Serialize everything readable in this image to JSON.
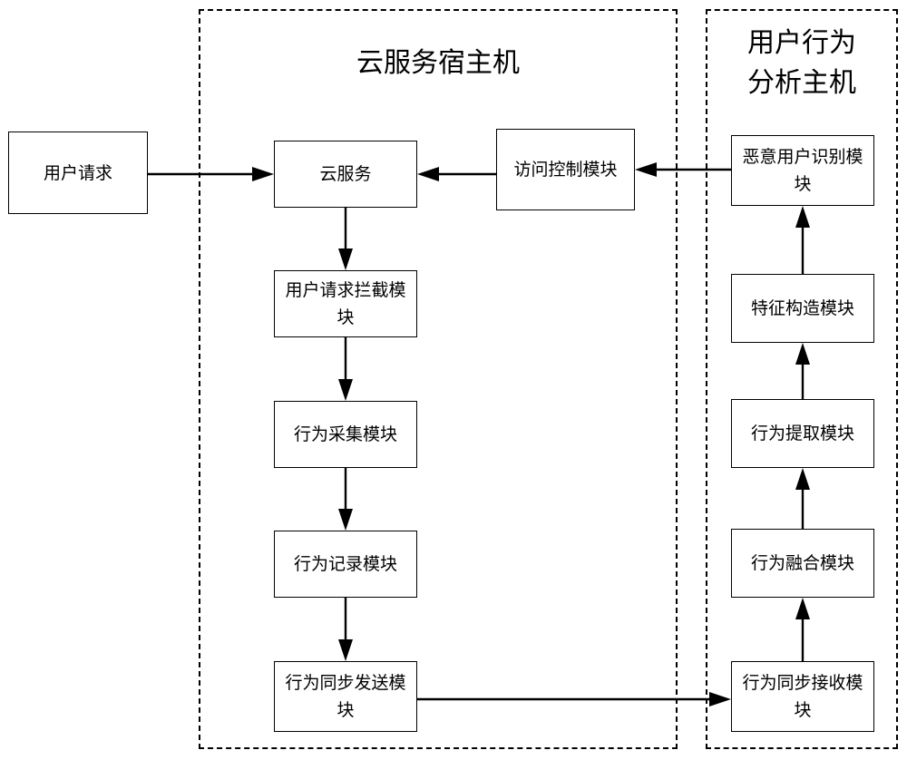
{
  "groups": {
    "cloud_host": {
      "title": "云服务宿主机"
    },
    "analysis_host": {
      "title_line1": "用户行为",
      "title_line2": "分析主机"
    }
  },
  "nodes": {
    "user_request": "用户请求",
    "cloud_service": "云服务",
    "access_control": "访问控制模块",
    "intercept": "用户请求拦截模块",
    "collect": "行为采集模块",
    "record": "行为记录模块",
    "sync_send": "行为同步发送模块",
    "malicious_id": "恶意用户识别模块",
    "feature": "特征构造模块",
    "extract": "行为提取模块",
    "fusion": "行为融合模块",
    "sync_receive": "行为同步接收模块"
  },
  "edges": [
    {
      "from": "user_request",
      "to": "cloud_service"
    },
    {
      "from": "access_control",
      "to": "cloud_service"
    },
    {
      "from": "malicious_id",
      "to": "access_control"
    },
    {
      "from": "cloud_service",
      "to": "intercept"
    },
    {
      "from": "intercept",
      "to": "collect"
    },
    {
      "from": "collect",
      "to": "record"
    },
    {
      "from": "record",
      "to": "sync_send"
    },
    {
      "from": "sync_send",
      "to": "sync_receive"
    },
    {
      "from": "sync_receive",
      "to": "fusion"
    },
    {
      "from": "fusion",
      "to": "extract"
    },
    {
      "from": "extract",
      "to": "feature"
    },
    {
      "from": "feature",
      "to": "malicious_id"
    }
  ]
}
